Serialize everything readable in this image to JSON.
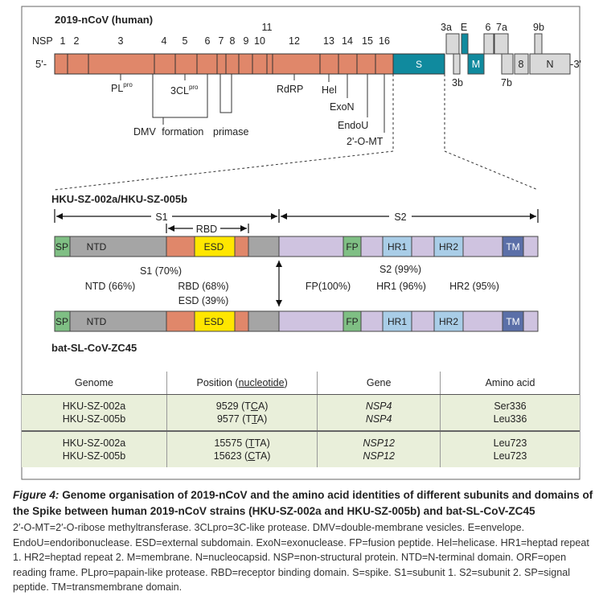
{
  "diagram": {
    "genome_title": "2019-nCoV (human)",
    "nsp_label": "NSP",
    "five_prime": "5'-",
    "three_prime": "-3'",
    "nsp_numbers": [
      "1",
      "2",
      "3",
      "4",
      "5",
      "6",
      "7",
      "8",
      "9",
      "10",
      "11",
      "12",
      "13",
      "14",
      "15",
      "16"
    ],
    "orf_labels": {
      "s": "S",
      "m": "M",
      "e": "E",
      "n": "N",
      "orf8": "8",
      "orf3a": "3a",
      "orf3b": "3b",
      "orf6": "6",
      "orf7a": "7a",
      "orf7b": "7b",
      "orf9b": "9b"
    },
    "annotations": {
      "plpro_main": "PL",
      "plpro_sup": "pro",
      "clpro_main": "3CL",
      "clpro_sup": "pro",
      "dmv": "DMV formation",
      "primase": "primase",
      "rdrp": "RdRP",
      "hel": "Hel",
      "exon": "ExoN",
      "endou": "EndoU",
      "omt": "2'-O-MT"
    },
    "strain_top": "HKU-SZ-002a/HKU-SZ-005b",
    "strain_bottom": "bat-SL-CoV-ZC45",
    "span_s1": "S1",
    "span_s2": "S2",
    "span_rbd": "RBD",
    "domains": {
      "sp": "SP",
      "ntd": "NTD",
      "esd": "ESD",
      "fp": "FP",
      "hr1": "HR1",
      "hr2": "HR2",
      "tm": "TM"
    },
    "identities": {
      "s1": "S1 (70%)",
      "ntd": "NTD (66%)",
      "rbd": "RBD (68%)",
      "esd": "ESD (39%)",
      "s2": "S2 (99%)",
      "fp": "FP(100%)",
      "hr1": "HR1 (96%)",
      "hr2": "HR2 (95%)"
    },
    "colors": {
      "nsp": "#e0876a",
      "s": "#108a9e",
      "m": "#108a9e",
      "grey": "#bdbdbd",
      "lightgrey": "#d9d9d9",
      "sp": "#7fbf84",
      "ntd": "#a5a5a5",
      "esd": "#ffe600",
      "lavender": "#cfc3e0",
      "hr": "#a9cde7",
      "tm": "#5b6fa8",
      "table_bg": "#e9efda"
    }
  },
  "table": {
    "headers": {
      "genome": "Genome",
      "position_pre": "Position (",
      "position_u": "nucleotide",
      "position_post": ")",
      "gene": "Gene",
      "aa": "Amino acid"
    },
    "groups": [
      {
        "rows": [
          {
            "genome": "HKU-SZ-002a",
            "pos_num": "9529",
            "pos_pre": "(T",
            "pos_u": "C",
            "pos_post": "A)",
            "gene": "NSP4",
            "aa": "Ser336"
          },
          {
            "genome": "HKU-SZ-005b",
            "pos_num": "9577",
            "pos_pre": "(T",
            "pos_u": "T",
            "pos_post": "A)",
            "gene": "NSP4",
            "aa": "Leu336"
          }
        ]
      },
      {
        "rows": [
          {
            "genome": "HKU-SZ-002a",
            "pos_num": "15575",
            "pos_pre": "(",
            "pos_u": "T",
            "pos_post": "TA)",
            "gene": "NSP12",
            "aa": "Leu723"
          },
          {
            "genome": "HKU-SZ-005b",
            "pos_num": "15623",
            "pos_pre": "(",
            "pos_u": "C",
            "pos_post": "TA)",
            "gene": "NSP12",
            "aa": "Leu723"
          }
        ]
      }
    ]
  },
  "caption": {
    "figure_label": "Figure 4:",
    "title": "Genome organisation of 2019-nCoV and the amino acid identities of different subunits and domains of the Spike between human 2019-nCoV strains (HKU-SZ-002a and HKU-SZ-005b) and bat-SL-CoV-ZC45",
    "body": "2′-O-MT=2′-O-ribose methyltransferase. 3CLpro=3C-like protease. DMV=double-membrane vesicles. E=envelope. EndoU=endoribonuclease. ESD=external subdomain. ExoN=exonuclease. FP=fusion peptide. Hel=helicase. HR1=heptad repeat 1. HR2=heptad repeat 2. M=membrane. N=nucleocapsid. NSP=non-structural protein. NTD=N-terminal domain. ORF=open reading frame. PLpro=papain-like protease. RBD=receptor binding domain. S=spike. S1=subunit 1. S2=subunit 2. SP=signal peptide. TM=transmembrane domain."
  }
}
